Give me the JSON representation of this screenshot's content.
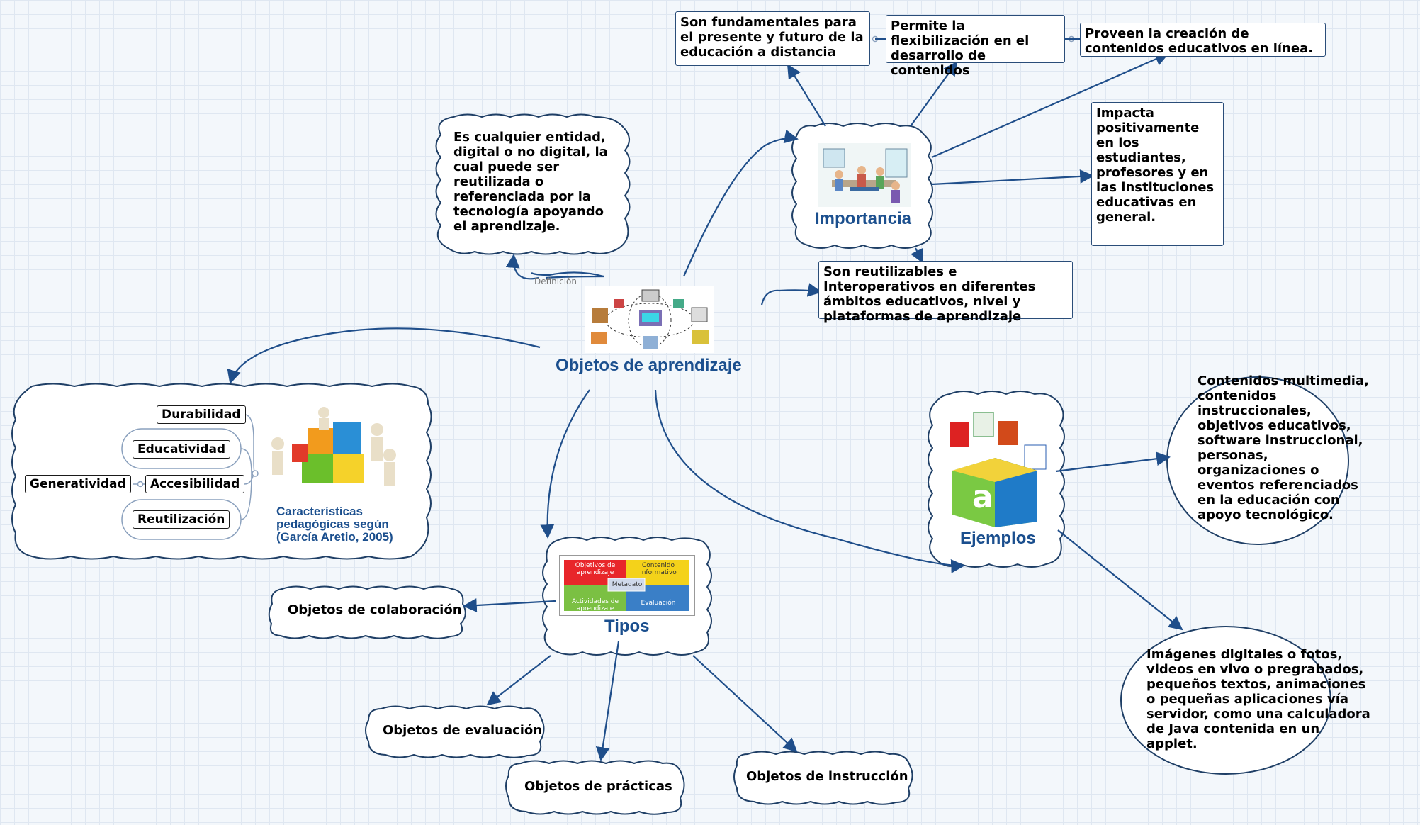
{
  "central": {
    "title": "Objetos de aprendizaje"
  },
  "definition": {
    "connector_label": "Definición",
    "text": "Es cualquier entidad, digital o no digital, la cual puede ser reutilizada o referenciada por la tecnología apoyando el aprendizaje."
  },
  "importancia": {
    "title": "Importancia",
    "items": [
      "Son fundamentales para el presente y futuro de la educación a distancia",
      "Permite la flexibilización en el desarrollo de contenidos",
      "Proveen la creación de contenidos educativos en línea.",
      "Impacta positivamente en los estudiantes, profesores y en las instituciones educativas en general.",
      "Son reutilizables e Interoperativos en diferentes ámbitos educativos, nivel y plataformas de aprendizaje"
    ]
  },
  "caracteristicas": {
    "label": "Características pedagógicas según (García Aretio, 2005)",
    "items": [
      "Durabilidad",
      "Educatividad",
      "Accesibilidad",
      "Reutilización",
      "Generatividad"
    ]
  },
  "tipos": {
    "title": "Tipos",
    "diagram_labels": [
      "Objetivos de aprendizaje",
      "Contenido informativo",
      "Metadato",
      "Actividades de aprendizaje",
      "Evaluación"
    ],
    "items": [
      "Objetos de colaboración",
      "Objetos de evaluación",
      "Objetos de prácticas",
      "Objetos de instrucción"
    ]
  },
  "ejemplos": {
    "title": "Ejemplos",
    "items": [
      "Contenidos multimedia, contenidos instruccionales, objetivos educativos, software instruccional, personas, organizaciones o eventos referenciados en la educación con apoyo tecnológico.",
      "Imágenes digitales o fotos, videos en vivo o pregrabados, pequeños textos, animaciones o pequeñas aplicaciones vía servidor, como una calculadora de Java contenida en un applet."
    ]
  },
  "colors": {
    "connector": "#1f4e8a",
    "title": "#1b4f8e",
    "box_border": "#2a4d79",
    "cloud_border": "#1f3f66"
  }
}
